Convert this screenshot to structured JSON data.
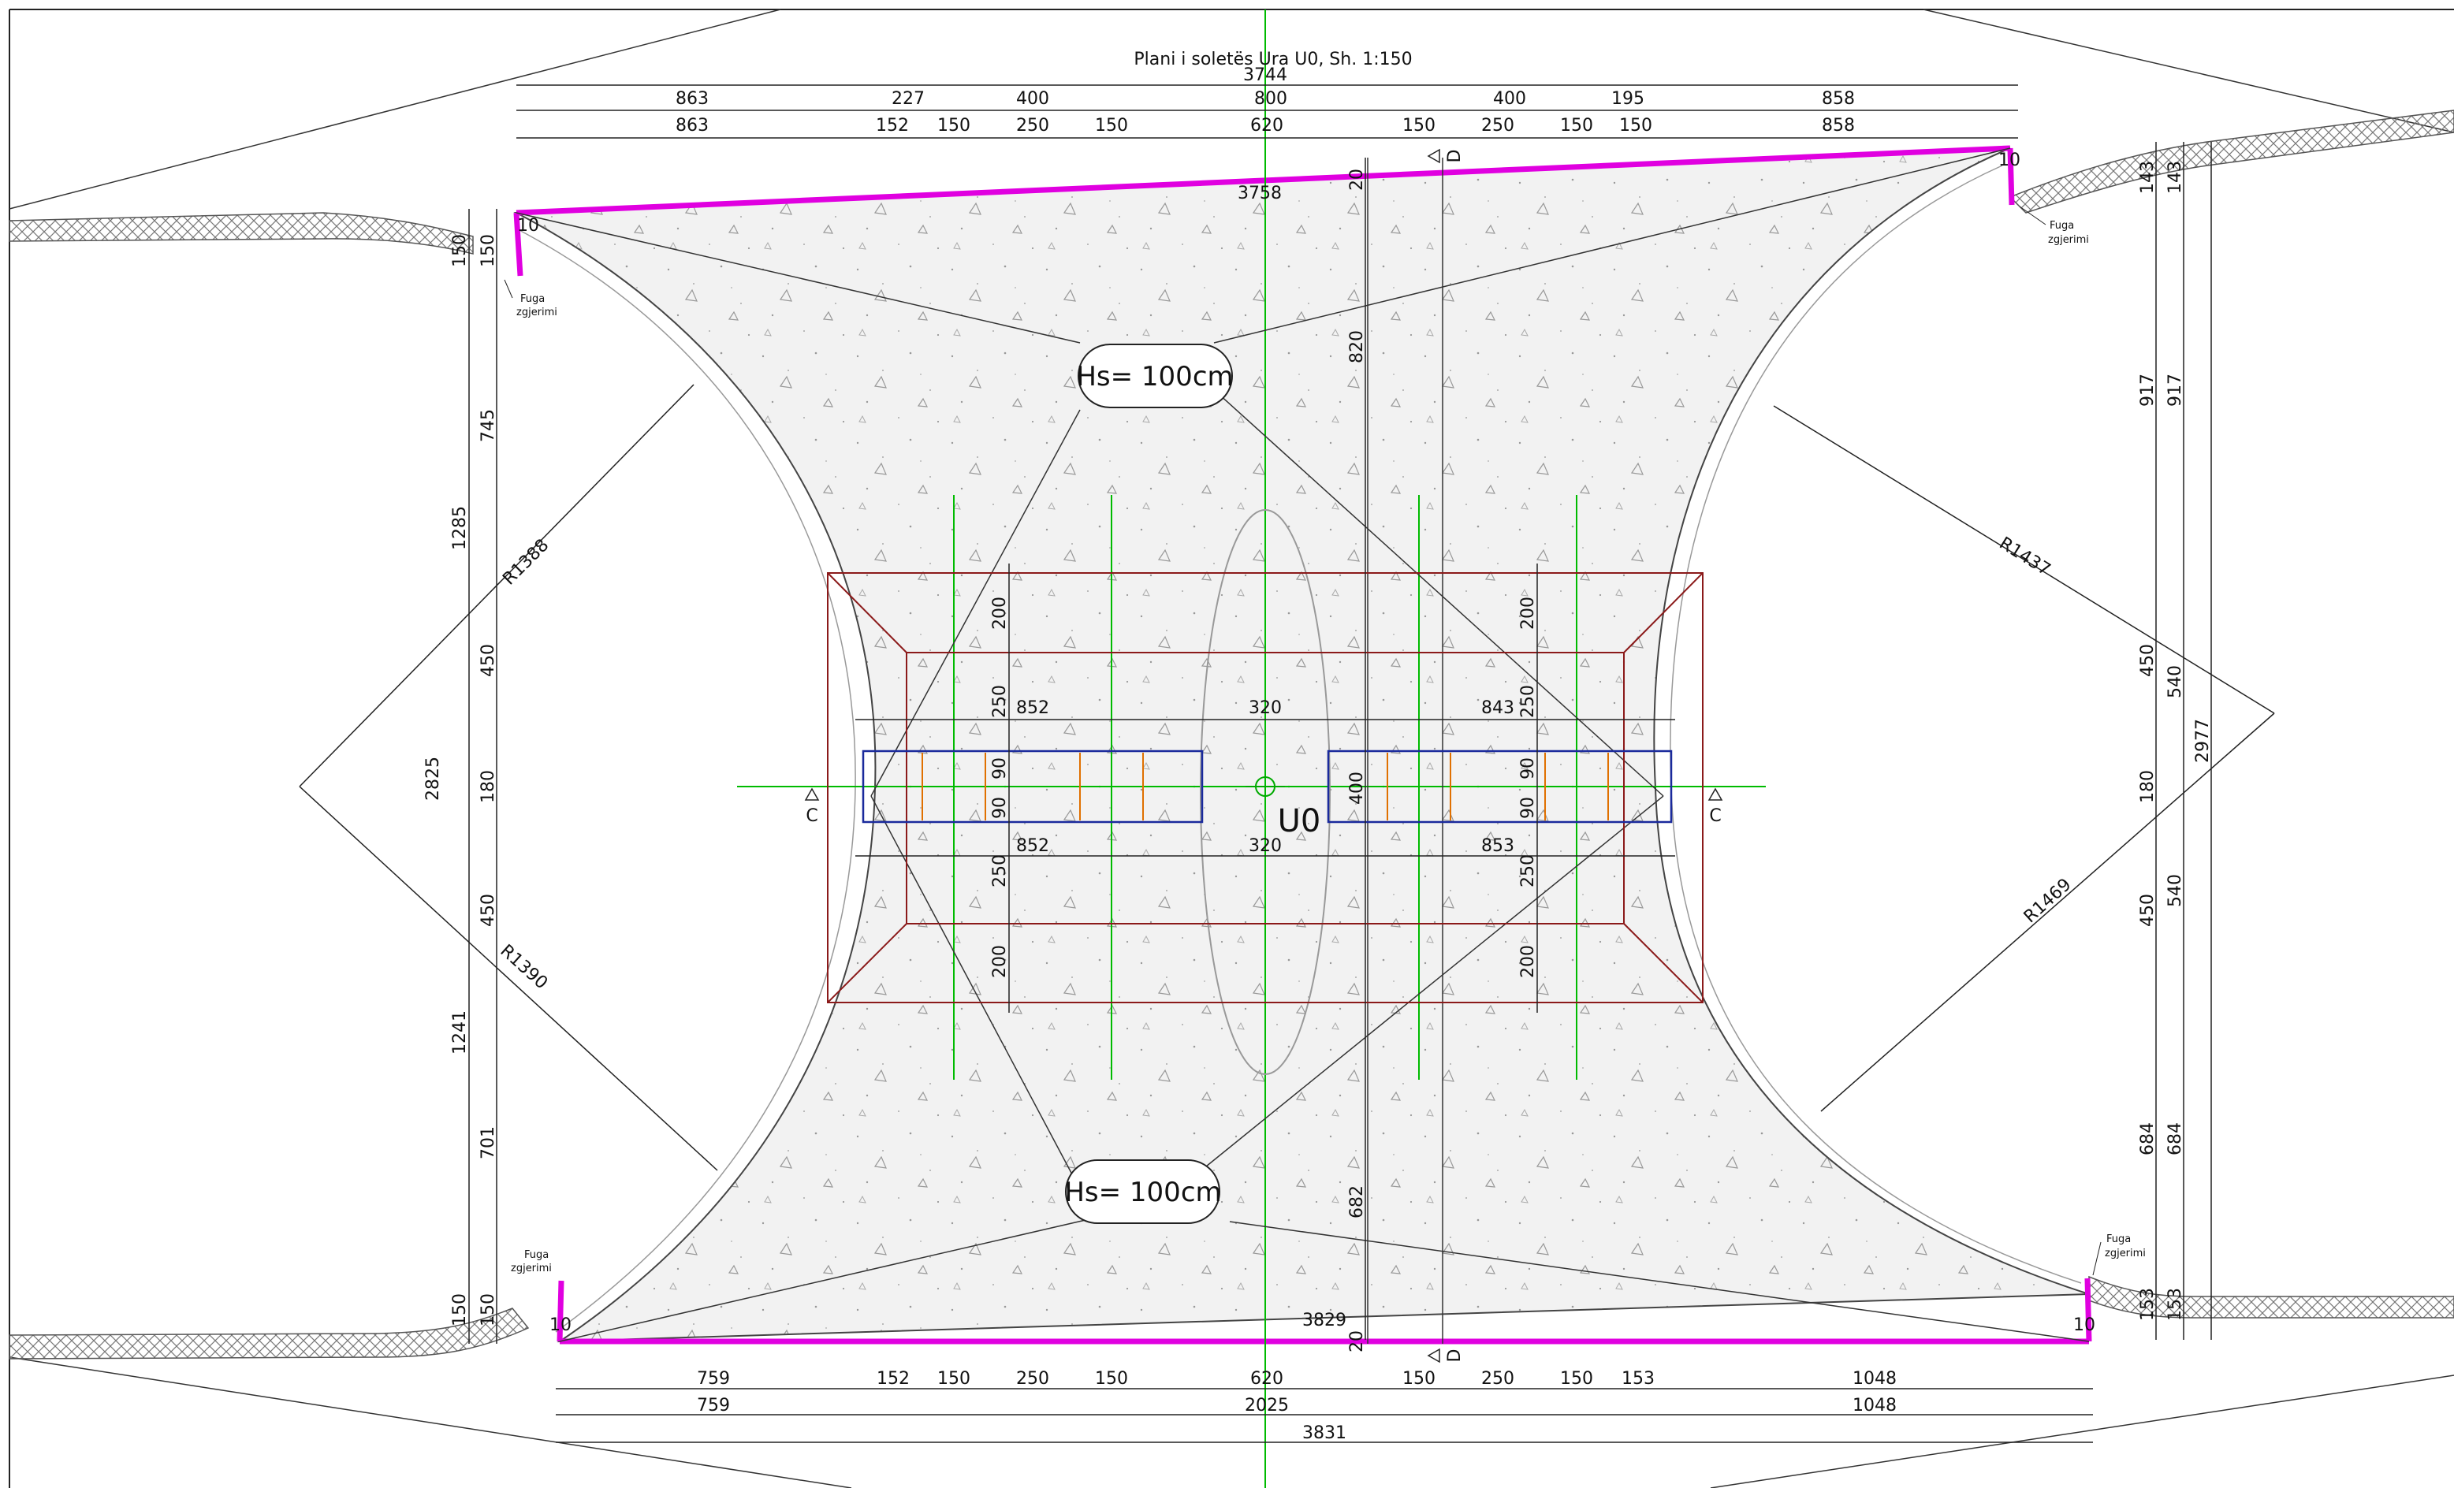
{
  "title": "Plani i soletës Ura U0, Sh. 1:150",
  "labels": {
    "overall_top": "3744",
    "top_edge": "3758",
    "bottom_edge": "3829",
    "overall_bottom": "3831",
    "pier": "U0",
    "hs_top": "Hs= 100cm",
    "hs_bottom": "Hs= 100cm",
    "fuga": [
      "Fuga",
      "zgjerimi"
    ],
    "section_c": "C",
    "section_d": "D",
    "bearing_10": "10"
  },
  "top_dims_row1": [
    "863",
    "227",
    "400",
    "800",
    "400",
    "195",
    "858"
  ],
  "top_dims_row2": [
    "863",
    "152",
    "150",
    "250",
    "150",
    "620",
    "150",
    "250",
    "150",
    "150",
    "858"
  ],
  "bottom_dims_row1": [
    "759",
    "152",
    "150",
    "250",
    "150",
    "620",
    "150",
    "250",
    "150",
    "153",
    "1048"
  ],
  "bottom_dims_row2": [
    "759",
    "2025",
    "1048"
  ],
  "left_dims_outer": [
    "150",
    "1285",
    "2825",
    "1241",
    "150"
  ],
  "left_dims_inner": [
    "150",
    "745",
    "450",
    "180",
    "450",
    "701",
    "150"
  ],
  "right_dims_inner": [
    "143",
    "917",
    "450",
    "180",
    "450",
    "684",
    "153"
  ],
  "right_dims_outer": [
    "143",
    "917",
    "540",
    "2977",
    "540",
    "684",
    "153"
  ],
  "radii": [
    "R1388",
    "R1390",
    "R1437",
    "R1469"
  ],
  "center_vertical_dims": [
    "820",
    "682",
    "20",
    "20"
  ],
  "foundation_dims": [
    "200",
    "250",
    "90",
    "90",
    "250",
    "200",
    "200",
    "250",
    "90",
    "90",
    "250",
    "200",
    "852",
    "320",
    "843",
    "852",
    "320",
    "853",
    "400"
  ]
}
